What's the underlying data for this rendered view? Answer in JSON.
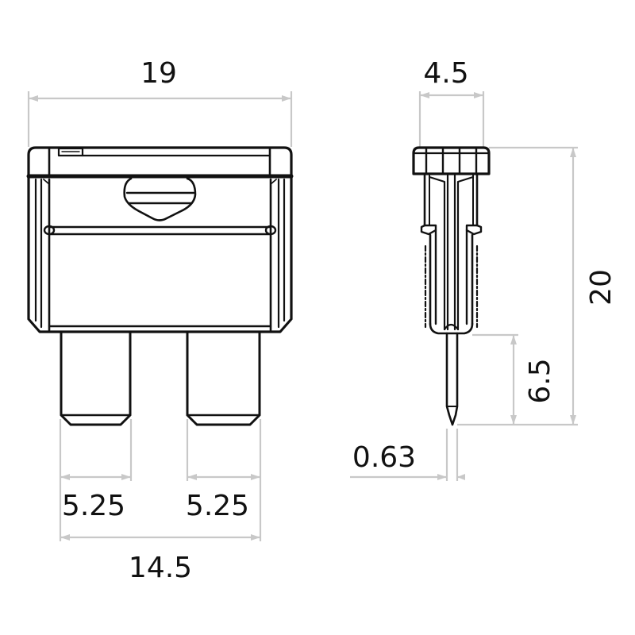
{
  "drawing": {
    "subject": "Blade fuse (standard ATO) dimension drawing",
    "units": "mm",
    "colors": {
      "outline": "#111111",
      "dimension_line": "#c8c8c8",
      "background": "#ffffff"
    }
  },
  "front_view": {
    "dimensions": {
      "overall_width": "19",
      "blade_width_left": "5.25",
      "blade_width_right": "5.25",
      "blade_span": "14.5"
    }
  },
  "side_view": {
    "dimensions": {
      "thickness": "4.5",
      "overall_height": "20",
      "blade_length": "6.5",
      "blade_thickness": "0.63"
    }
  }
}
